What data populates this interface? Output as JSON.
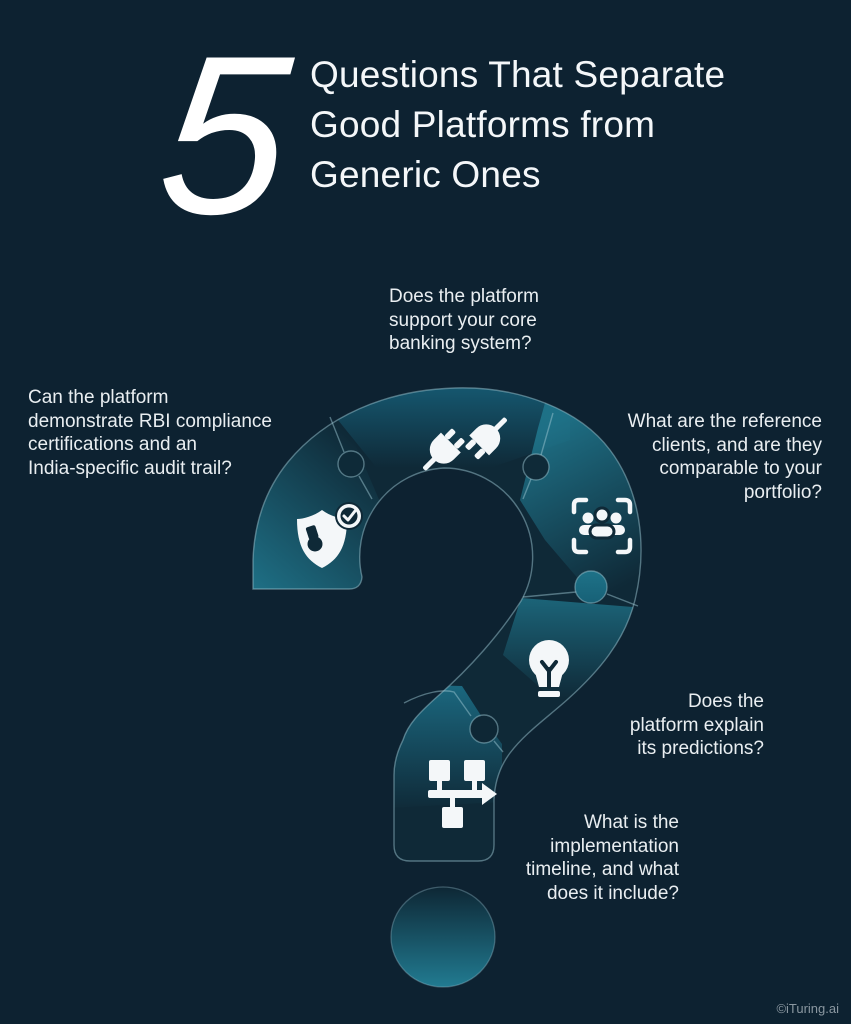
{
  "title": {
    "number": "5",
    "lines": [
      "Questions That Separate",
      "Good Platforms from",
      "Generic Ones"
    ]
  },
  "questions": [
    {
      "id": "core-banking",
      "icon": "plug-icon",
      "lines": [
        "Does the platform",
        "support your core",
        "banking system?"
      ]
    },
    {
      "id": "rbi-compliance",
      "icon": "shield-check-icon",
      "lines": [
        "Can the platform",
        "demonstrate RBI compliance",
        "certifications and an",
        "India-specific audit trail?"
      ]
    },
    {
      "id": "reference-clients",
      "icon": "people-frame-icon",
      "lines": [
        "What are the reference",
        "clients, and are they",
        "comparable to your",
        "portfolio?"
      ]
    },
    {
      "id": "explainability",
      "icon": "lightbulb-icon",
      "lines": [
        "Does the",
        "platform explain",
        "its predictions?"
      ]
    },
    {
      "id": "implementation-timeline",
      "icon": "flowchart-icon",
      "lines": [
        "What is the",
        "implementation",
        "timeline, and what",
        "does it include?"
      ]
    }
  ],
  "footer": {
    "credit": "©iTuring.ai"
  },
  "colors": {
    "background": "#0d2231",
    "piece_base": "#0f2937",
    "accent_teal": "#1f7389",
    "outline": "#9ac3d0",
    "icon": "#f4f7f9",
    "text": "#e9eef1",
    "footer_text": "#8a97a0"
  }
}
